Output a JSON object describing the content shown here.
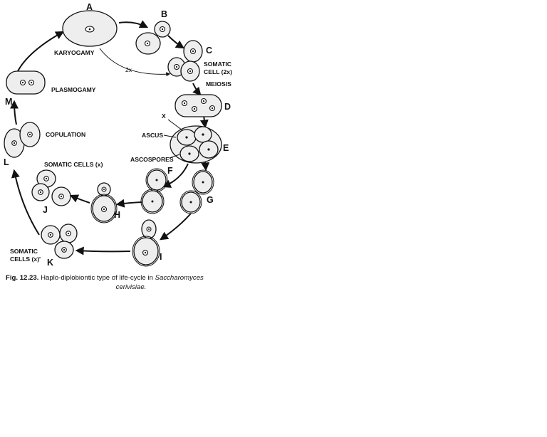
{
  "stages": {
    "A": "A",
    "B": "B",
    "C": "C",
    "D": "D",
    "E": "E",
    "F": "F",
    "G": "G",
    "H": "H",
    "I": "I",
    "J": "J",
    "K": "K",
    "L": "L",
    "M": "M"
  },
  "labels": {
    "karyogamy": "KARYOGAMY",
    "two_x": "2x",
    "somatic_cell_2x_line1": "SOMATIC",
    "somatic_cell_2x_line2": "CELL (2x)",
    "meiosis": "MEIOSIS",
    "x": "X",
    "ascus": "ASCUS",
    "ascospores": "ASCOSPORES",
    "plasmogamy": "PLASMOGAMY",
    "copulation": "COPULATION",
    "somatic_cells_x": "SOMATIC CELLS (x)",
    "somatic_cells_x_k_line1": "SOMATIC",
    "somatic_cells_x_k_line2": "CELLS (x)'"
  },
  "caption": {
    "figure_number": "Fig. 12.23.",
    "text": "Haplo-diplobiontic type of life-cycle in",
    "species_line1": "Saccharomyces",
    "species_line2": "cerivisiae."
  }
}
